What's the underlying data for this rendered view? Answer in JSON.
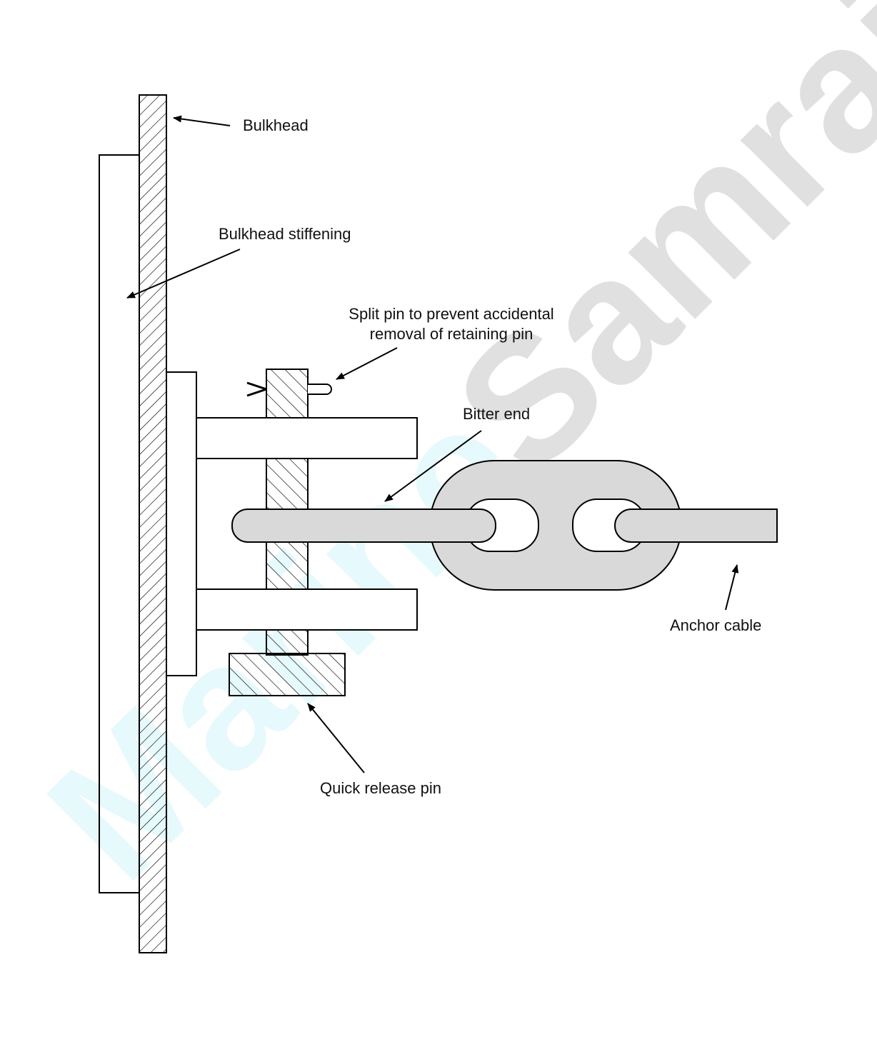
{
  "watermark": {
    "prefix": "Marine",
    "suffix": "Samraj",
    "colors": {
      "prefix": "#e6f9fd",
      "suffix": "#e0e0e0"
    }
  },
  "labels": {
    "bulkhead": "Bulkhead",
    "bulkhead_stiffening": "Bulkhead stiffening",
    "split_pin_line1": "Split pin to prevent accidental",
    "split_pin_line2": "removal of retaining pin",
    "bitter_end": "Bitter end",
    "anchor_cable": "Anchor cable",
    "quick_release_pin": "Quick release pin"
  },
  "colors": {
    "stroke": "#000000",
    "chain_fill": "#d9d9d9",
    "background": "#ffffff"
  }
}
